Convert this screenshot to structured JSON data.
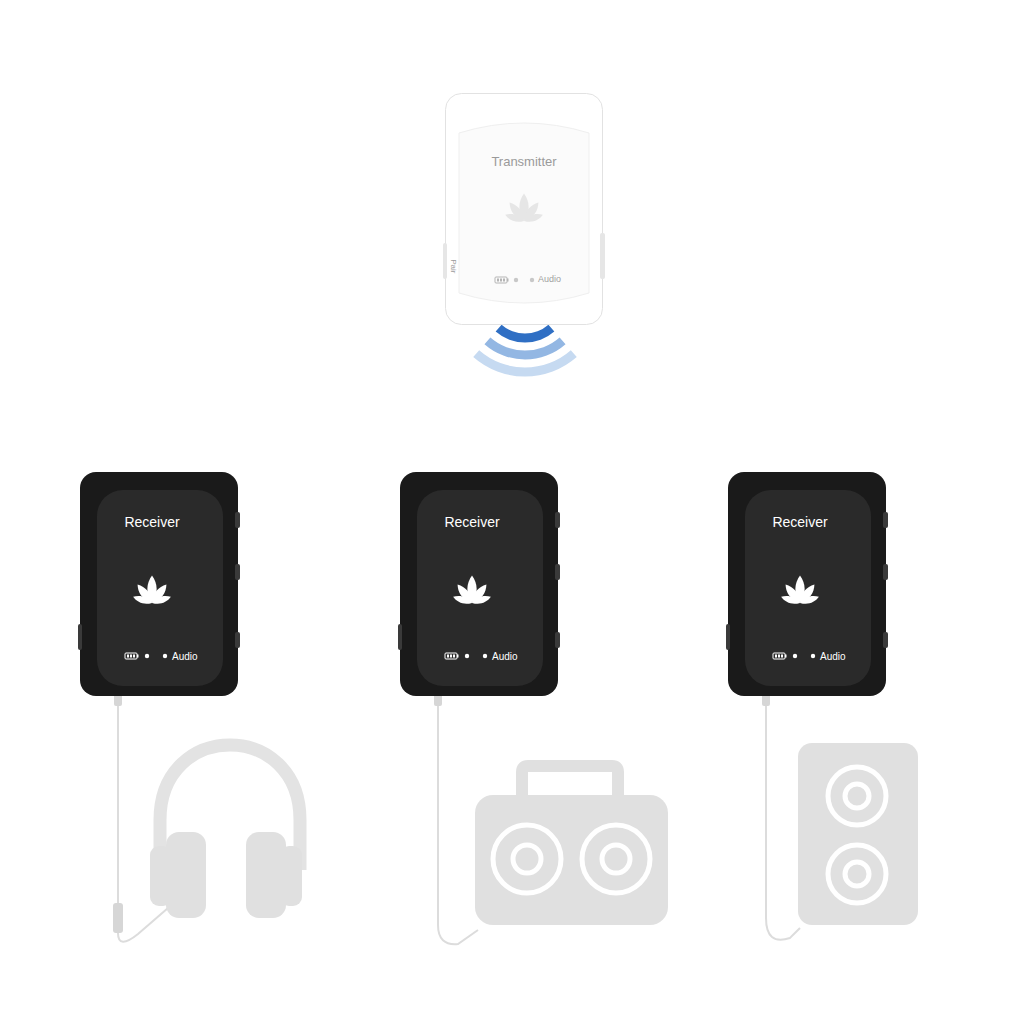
{
  "diagram": {
    "nodes": [
      {
        "text": [
          "Transmitter",
          "Audio"
        ]
      },
      {
        "text": [
          "Receiver",
          "Audio"
        ]
      },
      {
        "text": [
          "Receiver",
          "Audio"
        ]
      },
      {
        "text": [
          "Receiver",
          "Audio"
        ]
      }
    ],
    "labels": [
      "Pair"
    ]
  }
}
